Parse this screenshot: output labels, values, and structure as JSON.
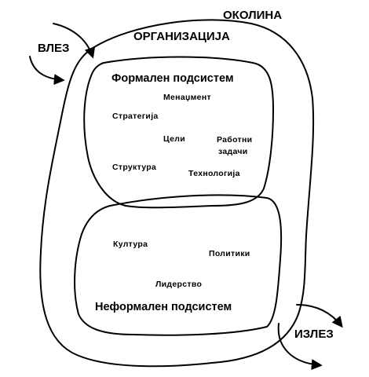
{
  "environment": "ОКОЛИНА",
  "organization": "ОРГАНИЗАЦИЈА",
  "input": "ВЛЕЗ",
  "output": "ИЗЛЕЗ",
  "formal": {
    "title": "Формален подсистем",
    "elements": {
      "management": "Менаџмент",
      "strategy": "Стратегија",
      "goals": "Цели",
      "work_tasks_line1": "Работни",
      "work_tasks_line2": "задачи",
      "structure": "Структура",
      "technology": "Технологија"
    }
  },
  "informal": {
    "title": "Неформален подсистем",
    "elements": {
      "culture": "Култура",
      "policies": "Политики",
      "leadership": "Лидерство"
    }
  }
}
